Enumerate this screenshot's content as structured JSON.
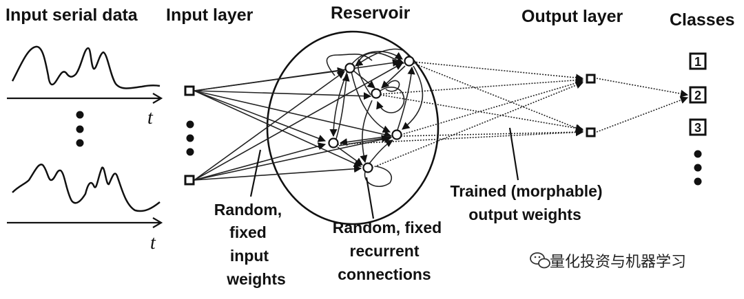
{
  "headers": {
    "input_serial_data": "Input serial data",
    "input_layer": "Input layer",
    "reservoir": "Reservoir",
    "output_layer": "Output layer",
    "classes": "Classes"
  },
  "time_axis_label": "t",
  "class_labels": [
    "1",
    "2",
    "3"
  ],
  "annotations": {
    "input_weights": [
      "Random,",
      "fixed",
      "input",
      "weights"
    ],
    "recurrent": [
      "Random, fixed",
      "recurrent",
      "connections"
    ],
    "output_weights": [
      "Trained (morphable)",
      "output weights"
    ]
  },
  "watermark": "量化投资与机器学习",
  "watermark_icon": "wechat-icon"
}
